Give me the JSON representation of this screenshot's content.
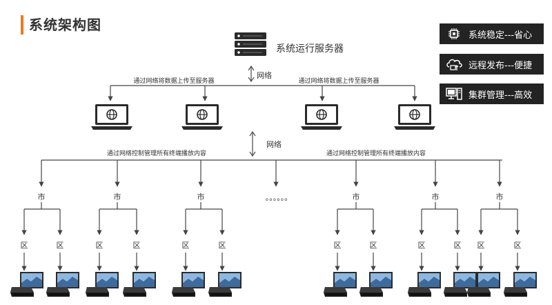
{
  "title": "系统架构图",
  "features": [
    {
      "icon": "chip-icon",
      "label": "系统稳定---省心"
    },
    {
      "icon": "cloud-publish-icon",
      "label": "远程发布---便捷"
    },
    {
      "icon": "computer-cluster-icon",
      "label": "集群管理---高效"
    }
  ],
  "server": {
    "label": "系统运行服务器",
    "icon": "server-icon"
  },
  "network_label": "网络",
  "upload_label": "通过网络将数据上传至服务器",
  "control_label": "通过网络控制管理所有终端播放内容",
  "ellipsis": "。。。。。。",
  "city_label": "市",
  "district_label": "区",
  "colors": {
    "accent": "#f07a1a",
    "dark": "#232323",
    "line": "#444444"
  }
}
